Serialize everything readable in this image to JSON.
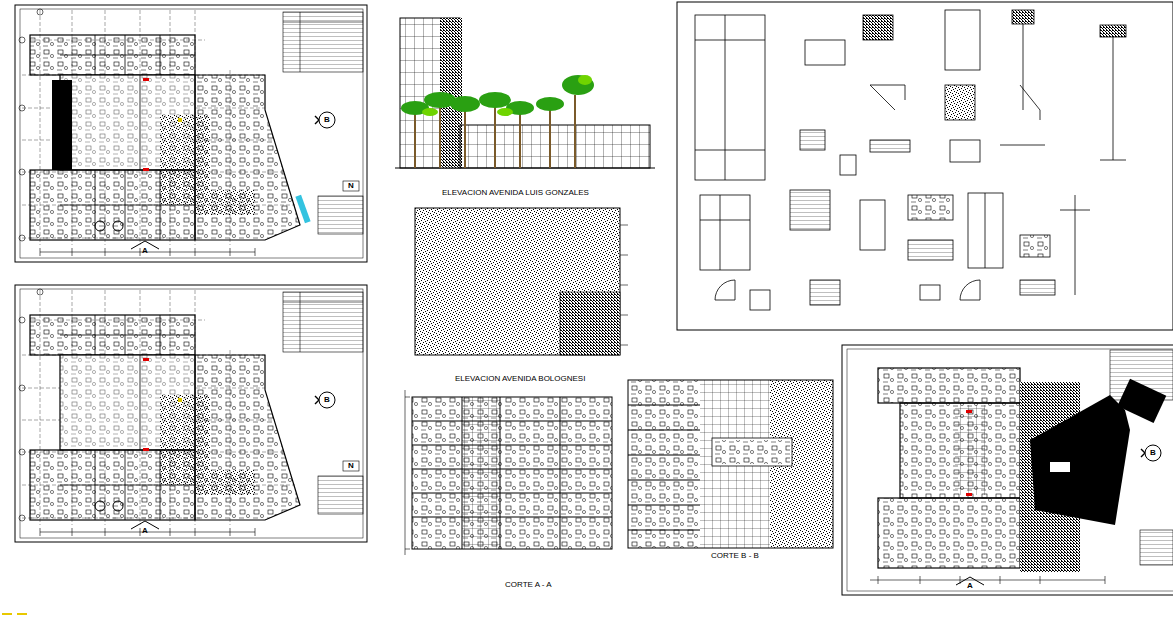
{
  "diagram": {
    "labels": [
      "B",
      "N",
      "A",
      "ELEVACION AVENIDA LUIS GONZALES",
      "B",
      "N",
      "A",
      "ELEVACION AVENIDA BOLOGNESI",
      "B",
      "CORTE B - B",
      "A",
      "CORTE A - A"
    ]
  }
}
